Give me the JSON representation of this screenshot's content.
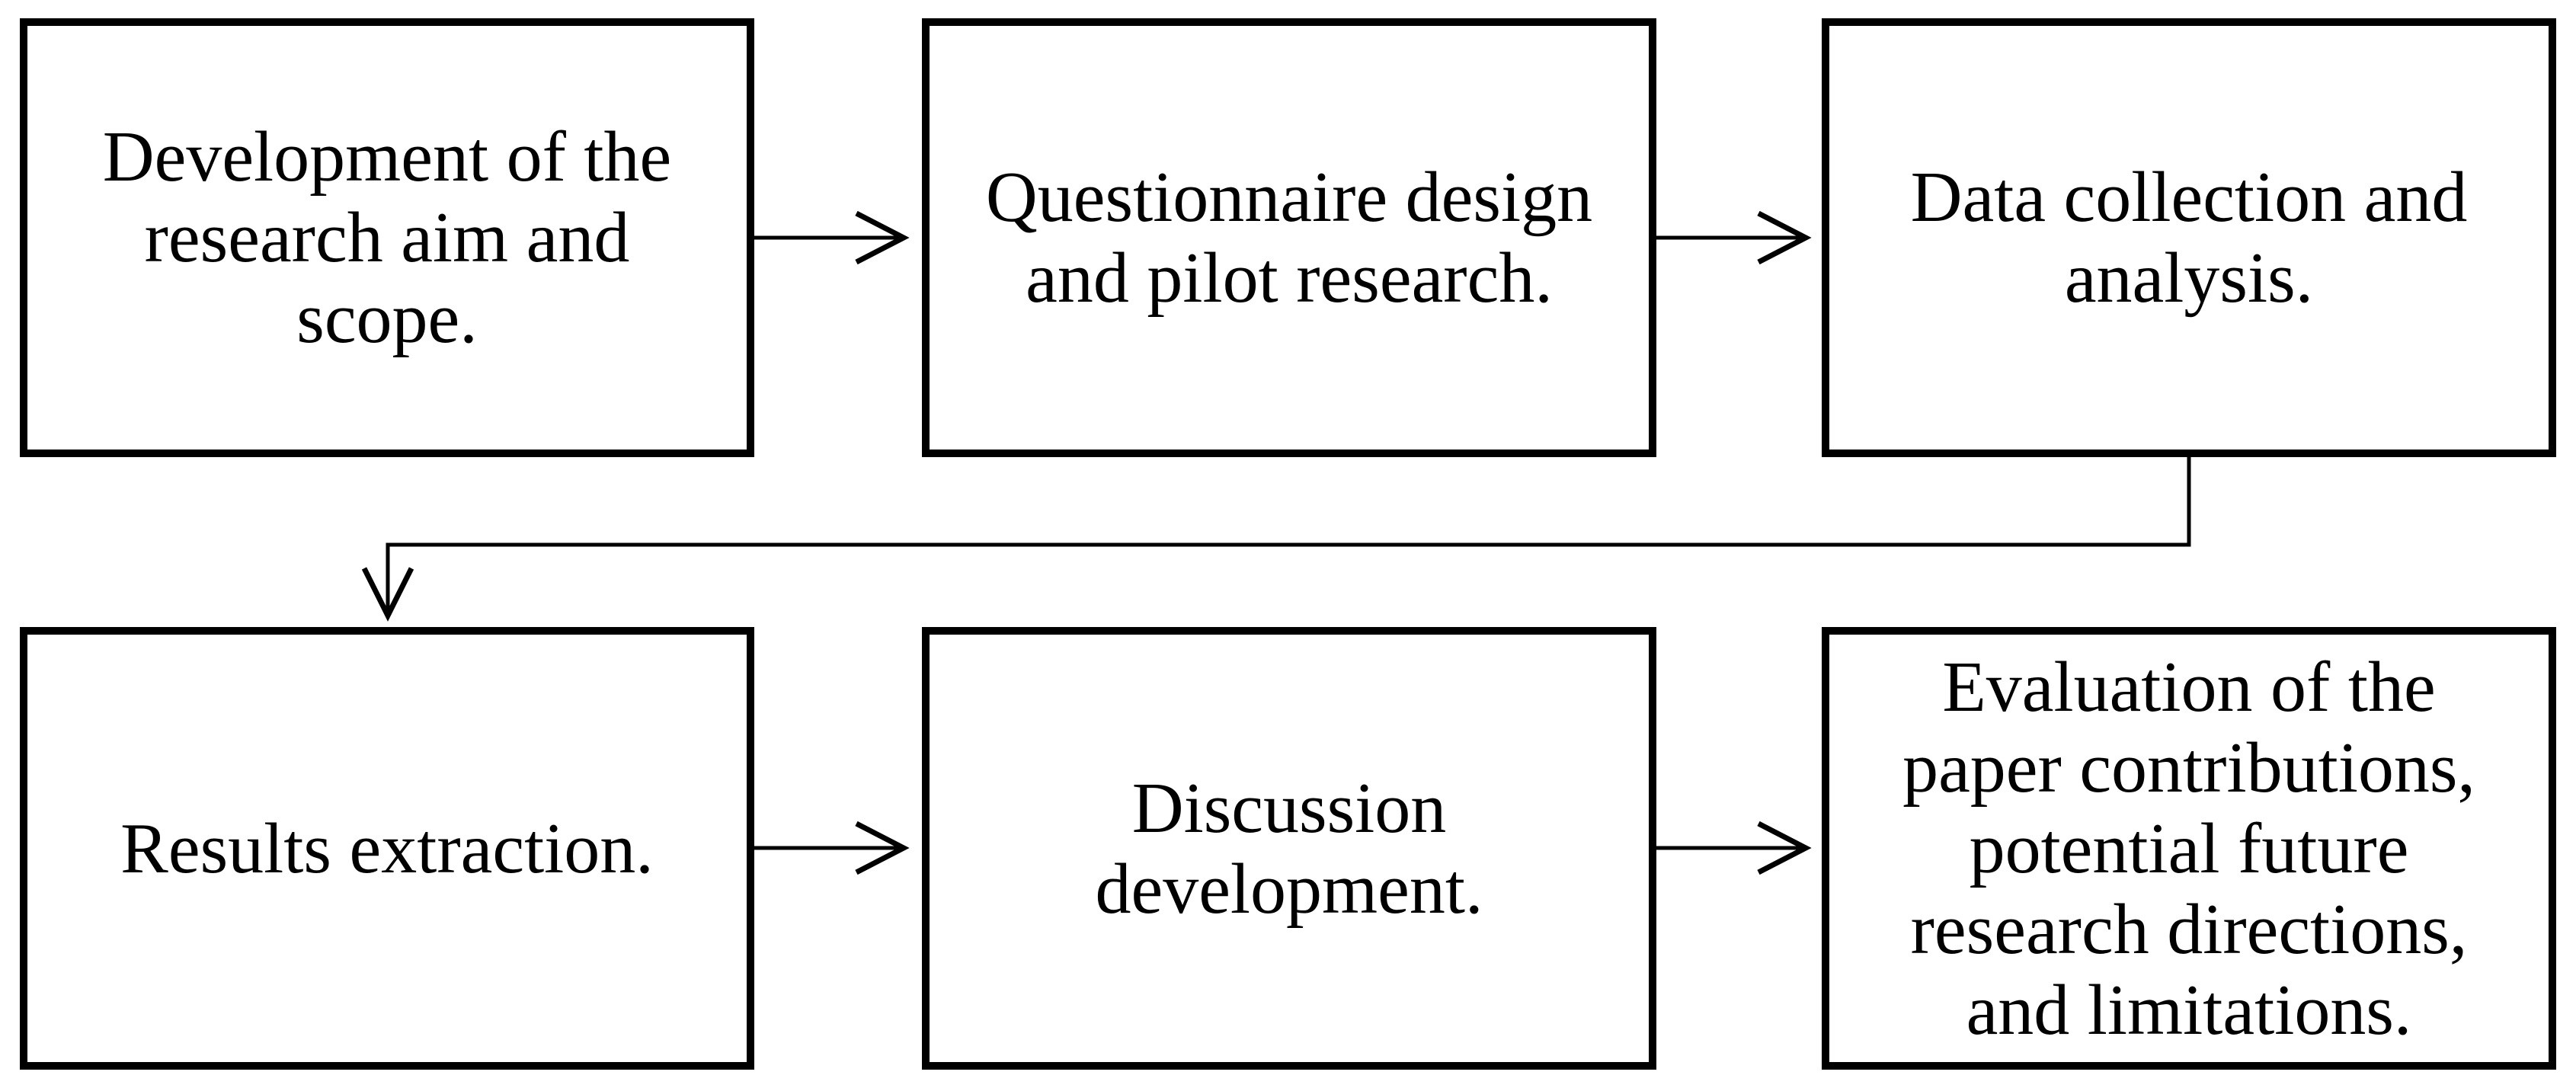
{
  "figure": {
    "background_color": "#ffffff",
    "line_color": "#000000",
    "text_color": "#000000",
    "rows": 2,
    "columns": 3
  },
  "boxes": [
    {
      "id": "research-aim",
      "lines": [
        "Development of the",
        "research aim and",
        "scope."
      ]
    },
    {
      "id": "questionnaire-design",
      "lines": [
        "Questionnaire design",
        "and pilot research."
      ]
    },
    {
      "id": "data-collection",
      "lines": [
        "Data collection and",
        "analysis."
      ]
    },
    {
      "id": "results-extraction",
      "lines": [
        "Results extraction."
      ]
    },
    {
      "id": "discussion-development",
      "lines": [
        "Discussion",
        "development."
      ]
    },
    {
      "id": "evaluation",
      "lines": [
        "Evaluation of the",
        "paper contributions,",
        "potential future",
        "research directions,",
        "and limitations."
      ]
    }
  ],
  "edges": [
    {
      "from": "research-aim",
      "to": "questionnaire-design",
      "style": "straight-right-open-chevron-arrow"
    },
    {
      "from": "questionnaire-design",
      "to": "data-collection",
      "style": "straight-right-open-chevron-arrow"
    },
    {
      "from": "data-collection",
      "to": "results-extraction",
      "style": "elbow-down-left-down-open-chevron-arrow"
    },
    {
      "from": "results-extraction",
      "to": "discussion-development",
      "style": "straight-right-open-chevron-arrow"
    },
    {
      "from": "discussion-development",
      "to": "evaluation",
      "style": "straight-right-open-chevron-arrow"
    }
  ]
}
